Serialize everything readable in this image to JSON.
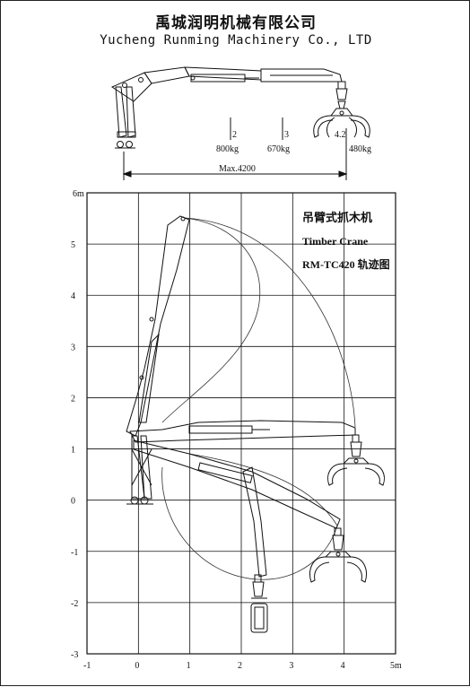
{
  "header": {
    "title_cn": "禹城润明机械有限公司",
    "title_en": "Yucheng Runming Machinery Co., LTD"
  },
  "side_view": {
    "pos_labels": [
      "2",
      "3",
      "4.2"
    ],
    "loads": [
      "800kg",
      "670kg",
      "480kg"
    ],
    "max_reach": "Max.4200"
  },
  "chart": {
    "title_lines": [
      "吊臂式抓木机",
      "Timber Crane",
      "RM-TC420 轨迹图"
    ],
    "y_unit_label": "6m",
    "x_unit_label": "5m",
    "y_ticks": [
      "5",
      "4",
      "3",
      "2",
      "1",
      "0",
      "-1",
      "-2",
      "-3"
    ],
    "x_ticks": [
      "-1",
      "0",
      "1",
      "2",
      "3",
      "4"
    ]
  },
  "chart_data": {
    "type": "diagram",
    "title": "吊臂式抓木机 Timber Crane RM-TC420 轨迹图",
    "xlim": [
      -1,
      5
    ],
    "ylim": [
      -3,
      6
    ],
    "grid": true,
    "reach_points": [
      {
        "label": "2",
        "load": "800kg"
      },
      {
        "label": "3",
        "load": "670kg"
      },
      {
        "label": "4.2",
        "load": "480kg"
      }
    ]
  }
}
